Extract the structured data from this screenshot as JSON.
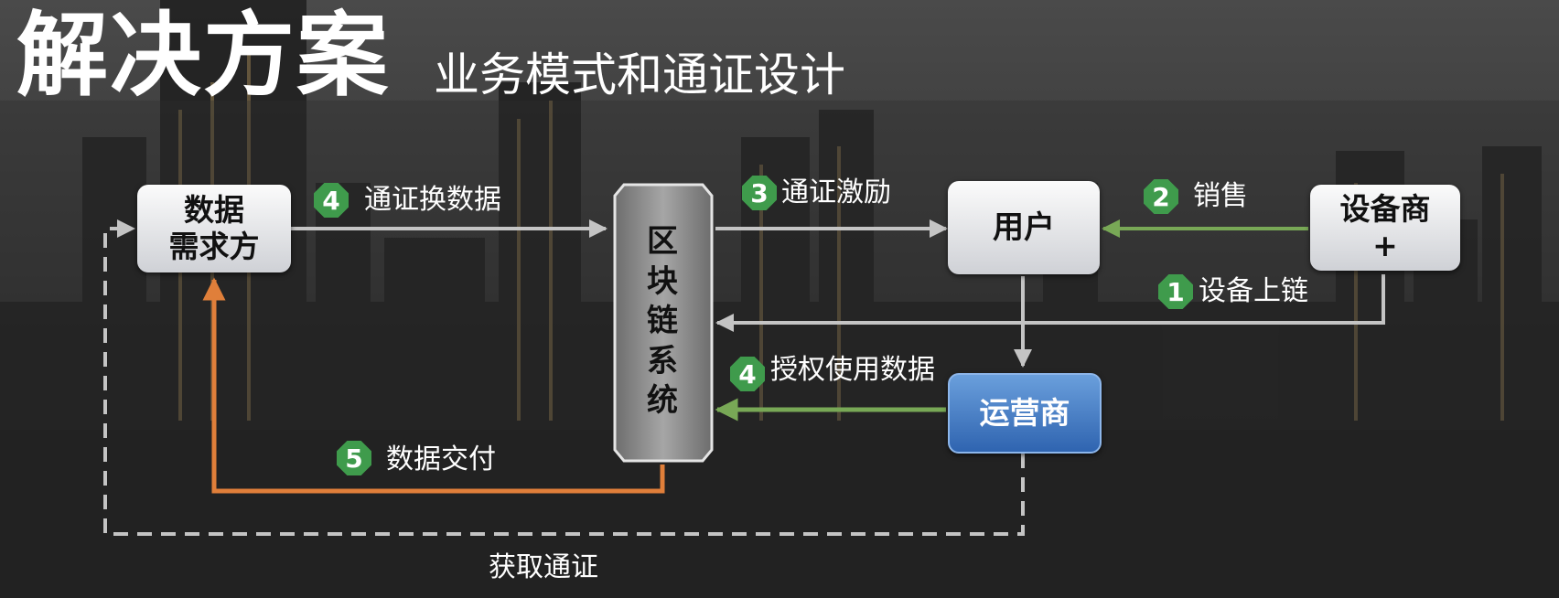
{
  "title": {
    "main": "解决方案",
    "sub": "业务模式和通证设计"
  },
  "nodes": {
    "data_demander": {
      "line1": "数据",
      "line2": "需求方"
    },
    "blockchain": {
      "chars": [
        "区",
        "块",
        "链",
        "系",
        "统"
      ]
    },
    "user": {
      "label": "用户"
    },
    "device_vendor": {
      "line1": "设备商",
      "line2": "+"
    },
    "operator": {
      "label": "运营商"
    }
  },
  "edges": {
    "token_exchange": {
      "step": "4",
      "label": "通证换数据"
    },
    "token_incentive": {
      "step": "3",
      "label": "通证激励"
    },
    "sales": {
      "step": "2",
      "label": "销售"
    },
    "device_onchain": {
      "step": "1",
      "label": "设备上链"
    },
    "authorize_data": {
      "step": "4",
      "label": "授权使用数据"
    },
    "data_delivery": {
      "step": "5",
      "label": "数据交付"
    },
    "get_token": {
      "label": "获取通证"
    }
  },
  "colors": {
    "green": "#78a856",
    "orange": "#e07f3a",
    "gray": "#c4c4c4",
    "step": "#3f9b4c",
    "operator": "#3d74c2"
  }
}
